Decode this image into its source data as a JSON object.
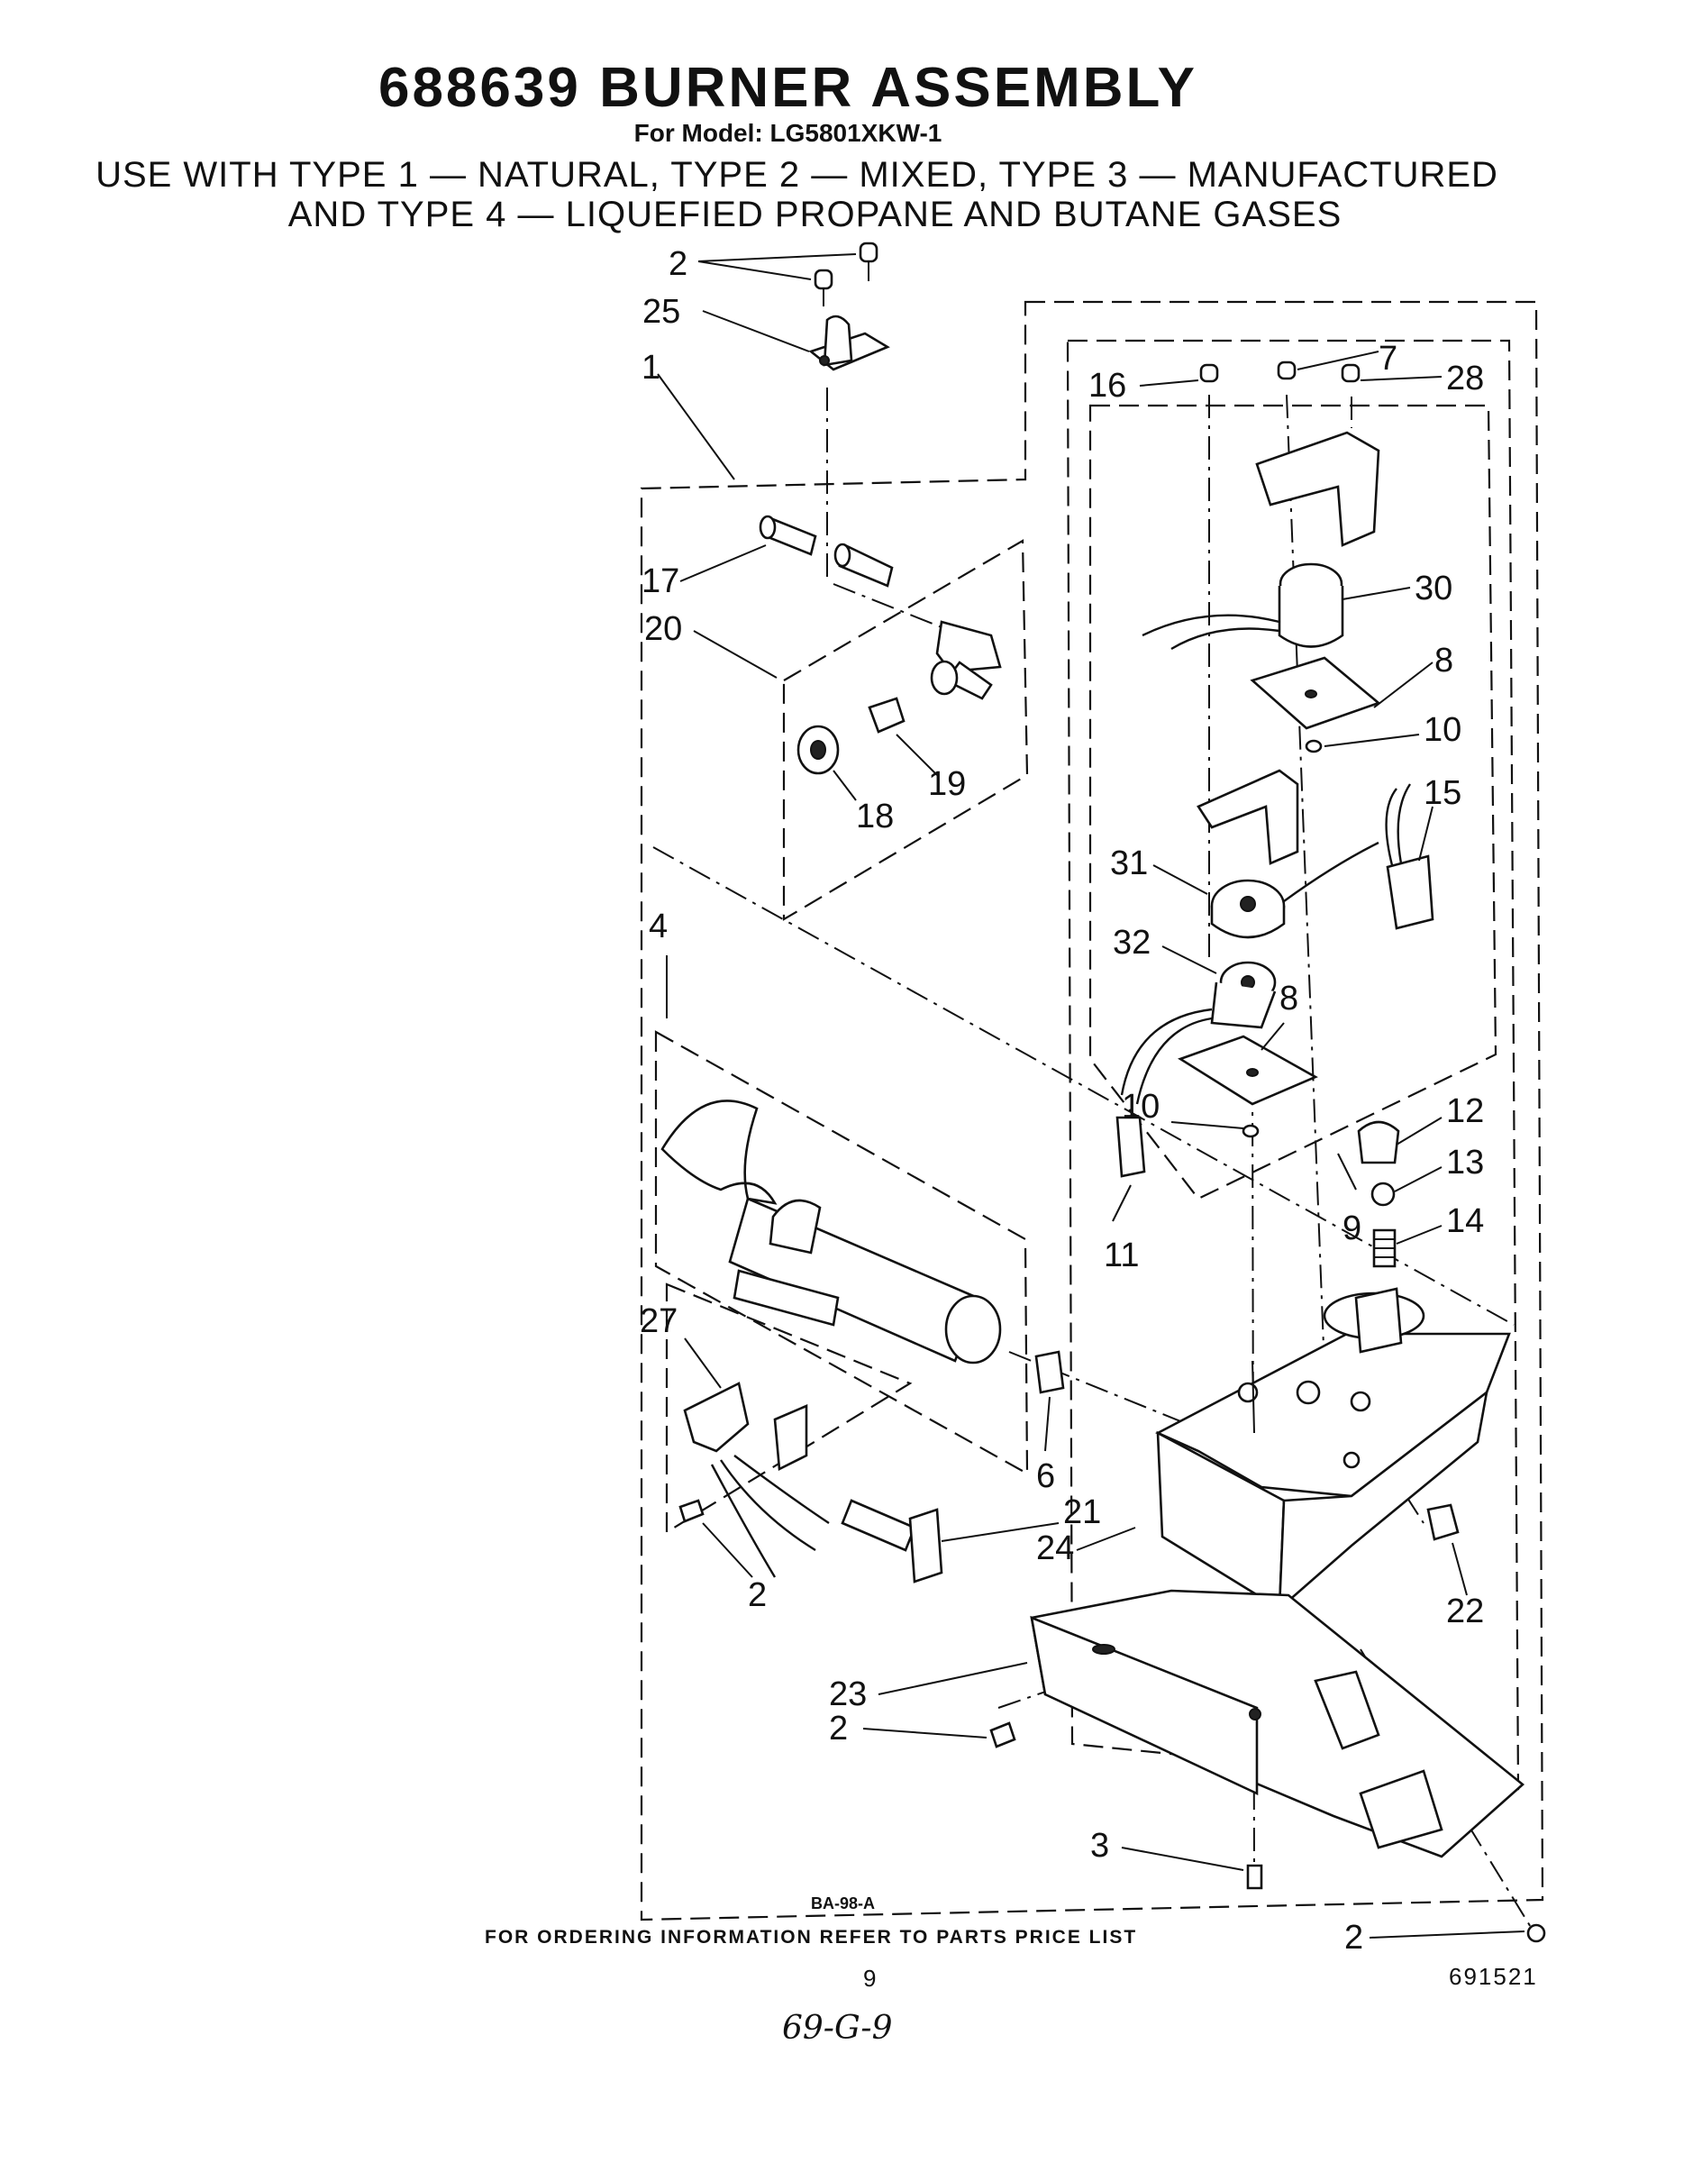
{
  "header": {
    "title": "688639 BURNER ASSEMBLY",
    "model": "For Model: LG5801XKW-1",
    "usage_line1": "USE WITH TYPE 1 — NATURAL, TYPE 2 — MIXED, TYPE 3 — MANUFACTURED",
    "usage_line2": "AND TYPE 4 — LIQUEFIED PROPANE AND BUTANE GASES"
  },
  "callouts": [
    "2",
    "25",
    "1",
    "16",
    "7",
    "28",
    "30",
    "8",
    "10",
    "15",
    "17",
    "20",
    "19",
    "18",
    "31",
    "32",
    "4",
    "8",
    "10",
    "12",
    "13",
    "9",
    "14",
    "11",
    "27",
    "6",
    "21",
    "24",
    "22",
    "2",
    "23",
    "2",
    "3",
    "2"
  ],
  "drawing_code": "BA-98-A",
  "footer": {
    "ordering_note": "FOR ORDERING INFORMATION REFER TO PARTS PRICE LIST",
    "page_number": "9",
    "catalog_number": "691521",
    "handwritten_note": "69-G-9"
  }
}
